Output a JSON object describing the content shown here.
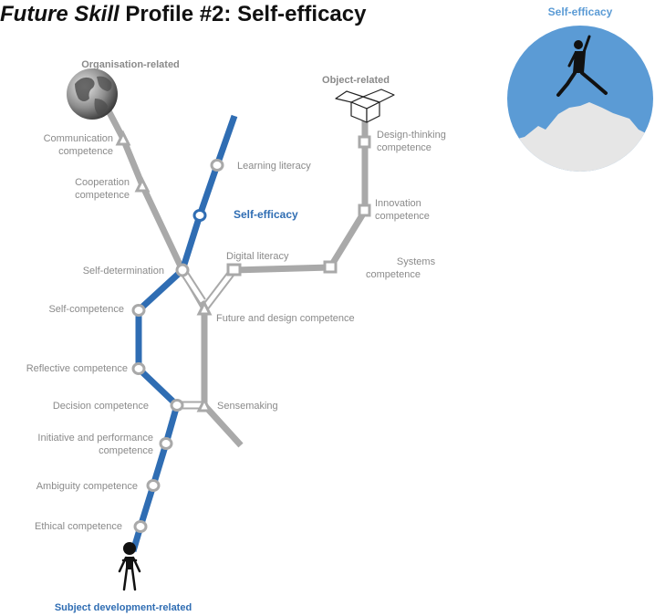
{
  "title": {
    "italic": "Future Skill",
    "rest": " Profile #2: Self-efficacy"
  },
  "badge": {
    "label": "Self-efficacy"
  },
  "headers": {
    "organisation": "Organisation-related",
    "object": "Object-related",
    "subject": "Subject development-related"
  },
  "labels": {
    "communication_1": "Communication",
    "communication_2": "competence",
    "cooperation_1": "Cooperation",
    "cooperation_2": "competence",
    "learning_literacy": "Learning literacy",
    "self_efficacy": "Self-efficacy",
    "design_thinking_1": "Design-thinking",
    "design_thinking_2": "competence",
    "innovation_1": "Innovation",
    "innovation_2": "competence",
    "digital_literacy": "Digital literacy",
    "systems_1": "Systems",
    "systems_2": "competence",
    "self_determination": "Self-determination",
    "self_competence": "Self-competence",
    "future_design": "Future and design competence",
    "reflective": "Reflective competence",
    "decision": "Decision competence",
    "sensemaking": "Sensemaking",
    "initiative_1": "Initiative and performance",
    "initiative_2": "competence",
    "ambiguity": "Ambiguity competence",
    "ethical": "Ethical competence"
  },
  "colors": {
    "blue": "#2f6db3",
    "grey": "#a9a9a9",
    "sky": "#5b9bd5",
    "snow": "#e6e6e6"
  },
  "icons": [
    "globe-icon",
    "box-icon",
    "person-icon",
    "jumping-person-icon"
  ]
}
